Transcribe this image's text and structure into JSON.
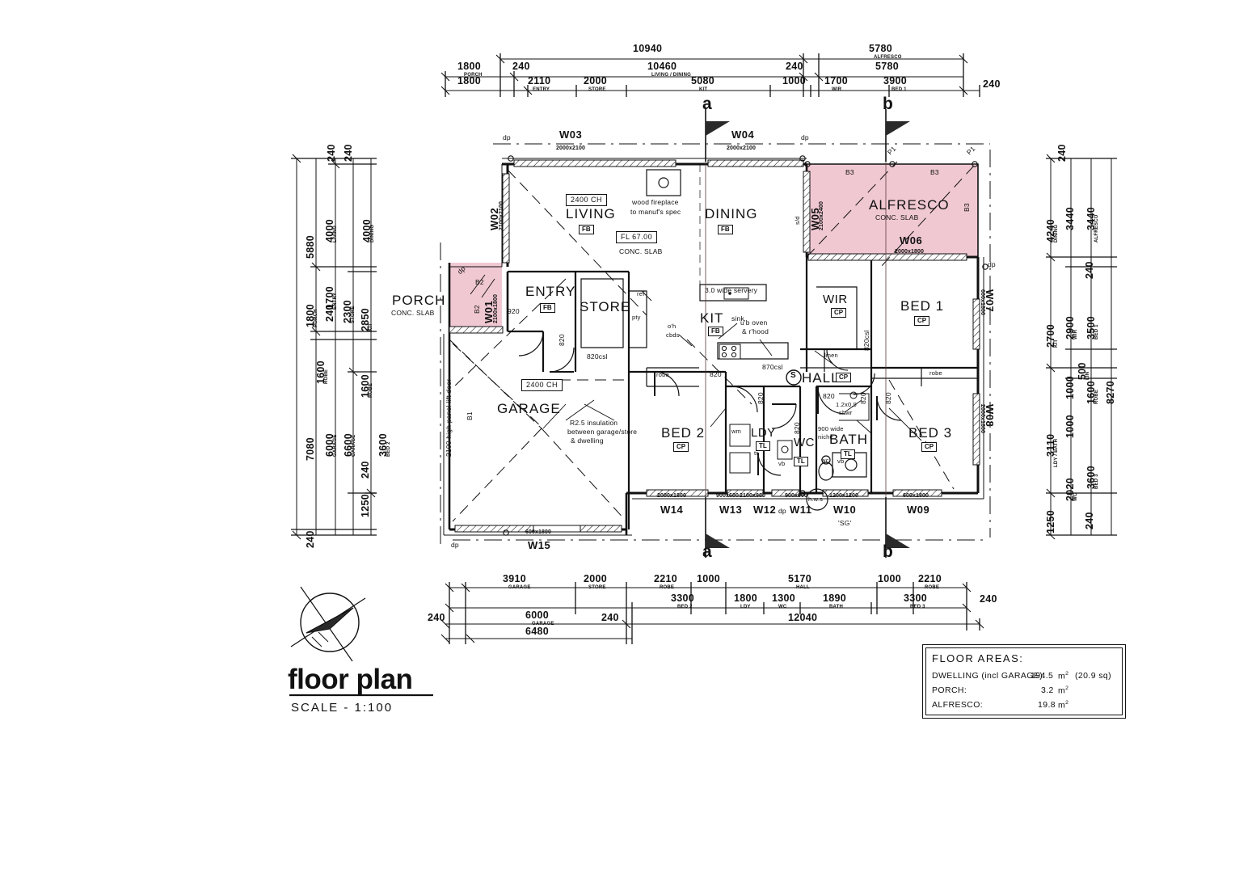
{
  "sheet": {
    "title": "floor  plan",
    "scale_label": "SCALE  -  1:100",
    "north_arrow": "north-arrow"
  },
  "floor_areas": {
    "heading": "FLOOR  AREAS:",
    "rows": [
      {
        "label": "DWELLING (incl GARAGE):",
        "value": "194.5",
        "unit": "m",
        "sup": "2",
        "extra": "(20.9 sq)"
      },
      {
        "label": "PORCH:",
        "value": "3.2",
        "unit": "m",
        "sup": "2",
        "extra": ""
      },
      {
        "label": "ALFRESCO:",
        "value": "19.8",
        "unit": "m",
        "sup": "2",
        "extra": ""
      }
    ]
  },
  "rooms": [
    {
      "name": "LIVING",
      "tag": "FB"
    },
    {
      "name": "DINING",
      "tag": "FB"
    },
    {
      "name": "KIT",
      "tag": "FB",
      "note": "sink"
    },
    {
      "name": "ENTRY",
      "tag": "FB"
    },
    {
      "name": "STORE",
      "tag": ""
    },
    {
      "name": "PORCH",
      "tag": "",
      "note": "CONC. SLAB"
    },
    {
      "name": "GARAGE",
      "tag": ""
    },
    {
      "name": "ALFRESCO",
      "tag": "",
      "note": "CONC. SLAB"
    },
    {
      "name": "WIR",
      "tag": "CP"
    },
    {
      "name": "BED 1",
      "tag": "CP"
    },
    {
      "name": "BED 2",
      "tag": "CP"
    },
    {
      "name": "BED 3",
      "tag": "CP"
    },
    {
      "name": "HALL",
      "tag": "CP"
    },
    {
      "name": "LDY",
      "tag": "TL"
    },
    {
      "name": "WC",
      "tag": "TL"
    },
    {
      "name": "BATH",
      "tag": "TL"
    }
  ],
  "annotations": {
    "living_ch": "2400 CH",
    "garage_ch": "2400 CH",
    "fl_level": "FL  67.00",
    "conc_slab": "CONC. SLAB",
    "fireplace": "wood  fireplace\nto manuf's spec",
    "fireplace_l1": "wood  fireplace",
    "fireplace_l2": "to manuf's spec",
    "servery": "3.0  wide  servery",
    "oven_l1": "u'b  oven",
    "oven_l2": "& r'hood",
    "kit_sink": "sink",
    "garage_ins_l1": "R2.5  insulation",
    "garage_ins_l2": "between garage/store",
    "garage_ins_l3": "& dwelling",
    "panel_lift": "2100 high panel-lift door",
    "shwr": "1.2x0.9",
    "shwr2": "shwr",
    "niche_l1": "900  wide",
    "niche_l2": "niche",
    "vanity_bath": "vb",
    "vanity_wc": "vb",
    "wc_pan": "wc",
    "linen": "linen",
    "robe_bed2": "robe",
    "robe_bed3": "robe",
    "pty": "pty",
    "ref": "ref",
    "washer": "wm",
    "trough": "tr",
    "oh_cbds_l1": "o'h",
    "oh_cbds_l2": "cbds",
    "door_920": "920",
    "door_820_entry": "820",
    "door_820csl_store": "820csl",
    "door_820_bed2": "820",
    "door_820_ldy": "820",
    "door_820_wc": "820",
    "door_820_bath": "820",
    "door_820_bed3": "820",
    "door_820csl_wir": "820csl",
    "door_870csl": "870csl",
    "door_820_hall": "820",
    "smoke_detector": "S",
    "hws": "h.w.s",
    "sd": "s/d",
    "dp": "dp",
    "p1": "P1",
    "b1": "B1",
    "b2": "B2",
    "b3": "B3",
    "section_a": "a",
    "section_b": "b"
  },
  "windows": [
    {
      "id": "W01",
      "size": "2100x1800"
    },
    {
      "id": "W02",
      "size": "2100x2100"
    },
    {
      "id": "W03",
      "size": "2000x2100"
    },
    {
      "id": "W04",
      "size": "2000x2100"
    },
    {
      "id": "W05",
      "size": "2100x2400"
    },
    {
      "id": "W06",
      "size": "2000x1800"
    },
    {
      "id": "W07",
      "size": "600x1800"
    },
    {
      "id": "W08",
      "size": "2000x1800"
    },
    {
      "id": "W09",
      "size": "600x1800"
    },
    {
      "id": "W10",
      "size": "1200x1200",
      "note": "'SG'"
    },
    {
      "id": "W11",
      "size": "900x600"
    },
    {
      "id": "W12",
      "size": "2100x900"
    },
    {
      "id": "W13",
      "size": "900x600"
    },
    {
      "id": "W14",
      "size": "2000x1800"
    },
    {
      "id": "W15",
      "size": "600x1800"
    }
  ],
  "dimensions": {
    "top_row1": [
      {
        "v": "10940",
        "l": ""
      },
      {
        "v": "5780",
        "l": "ALFRESCO"
      }
    ],
    "top_row2": [
      {
        "v": "1800",
        "l": "PORCH"
      },
      {
        "v": "240",
        "l": ""
      },
      {
        "v": "10460",
        "l": "LIVING / DINING"
      },
      {
        "v": "240",
        "l": ""
      },
      {
        "v": "5780",
        "l": ""
      }
    ],
    "top_row3": [
      {
        "v": "1800",
        "l": ""
      },
      {
        "v": "2110",
        "l": "ENTRY"
      },
      {
        "v": "2000",
        "l": "STORE"
      },
      {
        "v": "5080",
        "l": "KIT"
      },
      {
        "v": "1000",
        "l": ""
      },
      {
        "v": "1700",
        "l": "WIR"
      },
      {
        "v": "3900",
        "l": "BED 1"
      },
      {
        "v": "240",
        "l": ""
      }
    ],
    "bottom_row1": [
      {
        "v": "3910",
        "l": "GARAGE"
      },
      {
        "v": "2000",
        "l": "STORE"
      },
      {
        "v": "2210",
        "l": "ROBE"
      },
      {
        "v": "1000",
        "l": ""
      },
      {
        "v": "5170",
        "l": "HALL"
      },
      {
        "v": "1000",
        "l": ""
      },
      {
        "v": "2210",
        "l": "ROBE"
      },
      {
        "v": "240",
        "l": ""
      }
    ],
    "bottom_row2": [
      {
        "v": "3300",
        "l": "BED 2"
      },
      {
        "v": "1800",
        "l": "LDY"
      },
      {
        "v": "1300",
        "l": "WC"
      },
      {
        "v": "1890",
        "l": "BATH"
      },
      {
        "v": "3300",
        "l": "BED 3"
      }
    ],
    "bottom_row3": [
      {
        "v": "240",
        "l": ""
      },
      {
        "v": "6000",
        "l": "GARAGE"
      },
      {
        "v": "240",
        "l": ""
      },
      {
        "v": "12040",
        "l": ""
      }
    ],
    "bottom_row4": [
      {
        "v": "6480",
        "l": ""
      }
    ],
    "left_col1": [
      {
        "v": "240",
        "l": ""
      },
      {
        "v": "5880",
        "l": ""
      },
      {
        "v": "1800",
        "l": "PORCH"
      },
      {
        "v": "7080",
        "l": ""
      },
      {
        "v": "240",
        "l": ""
      }
    ],
    "left_col2": [
      {
        "v": "240",
        "l": ""
      },
      {
        "v": "4000",
        "l": "LIVING"
      },
      {
        "v": "240",
        "l": ""
      },
      {
        "v": "1700",
        "l": "ENTRY"
      },
      {
        "v": "1600",
        "l": "ROBE"
      },
      {
        "v": "6000",
        "l": "GARAGE"
      },
      {
        "v": "6600",
        "l": "GARAGE"
      },
      {
        "v": "1250",
        "l": ""
      },
      {
        "v": "240",
        "l": ""
      }
    ],
    "left_col3": [
      {
        "v": "4000",
        "l": "DINING"
      },
      {
        "v": "2300",
        "l": "STORE"
      },
      {
        "v": "2850",
        "l": "KIT"
      },
      {
        "v": "1600",
        "l": "ROBE"
      },
      {
        "v": "6000",
        "l": "GARAGE"
      },
      {
        "v": "3600",
        "l": "BED 2"
      }
    ],
    "right_col1": [
      {
        "v": "240",
        "l": ""
      },
      {
        "v": "4240",
        "l": "DINING"
      },
      {
        "v": "2700",
        "l": "KIT"
      },
      {
        "v": "3110",
        "l": "LDY / BATH"
      },
      {
        "v": "1250",
        "l": ""
      }
    ],
    "right_col2": [
      {
        "v": "3440",
        "l": ""
      },
      {
        "v": "240",
        "l": ""
      },
      {
        "v": "2900",
        "l": "WIR"
      },
      {
        "v": "1000",
        "l": ""
      },
      {
        "v": "1000",
        "l": ""
      },
      {
        "v": "2020",
        "l": "WC"
      },
      {
        "v": "240",
        "l": ""
      }
    ],
    "right_col3": [
      {
        "v": "3440",
        "l": "ALFRESCO"
      },
      {
        "v": "3500",
        "l": "BED 1"
      },
      {
        "v": "500",
        "l": "LIN"
      },
      {
        "v": "1600",
        "l": "ROBE"
      },
      {
        "v": "3600",
        "l": "BED 3"
      },
      {
        "v": "8270",
        "l": ""
      }
    ]
  },
  "colors": {
    "line": "#111111",
    "pink_fill": "#f0c8d2",
    "pink_stroke": "#b07080",
    "paper": "#ffffff"
  }
}
